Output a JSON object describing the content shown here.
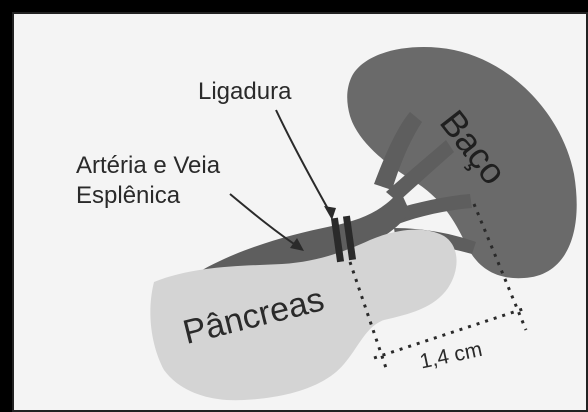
{
  "diagram": {
    "labels": {
      "ligature": "Ligadura",
      "artery_vein_line1": "Artéria e Veia",
      "artery_vein_line2": "Esplênica",
      "pancreas": "Pâncreas",
      "spleen": "Baço",
      "distance": "1,4 cm"
    },
    "colors": {
      "background": "#f4f4f4",
      "spleen": "#6a6a6a",
      "vessels": "#5e5e5e",
      "pancreas": "#d4d4d4",
      "ligature": "#2a2a2a",
      "frame": "#000000"
    }
  }
}
